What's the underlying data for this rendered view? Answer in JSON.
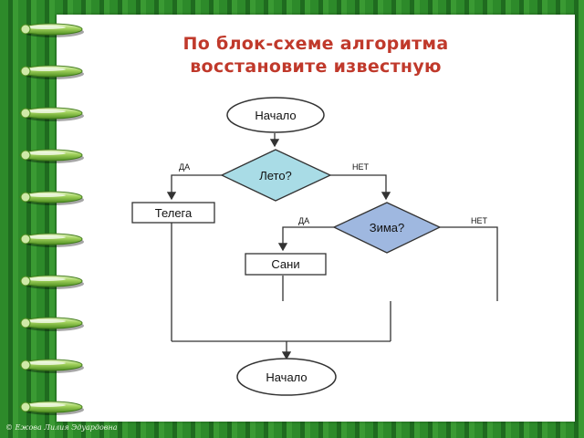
{
  "title_line1": "По блок-схеме алгоритма",
  "title_line2": "восстановите известную",
  "flowchart": {
    "start": "Начало",
    "decision1": "Лето?",
    "decision1_yes": "ДА",
    "decision1_no": "НЕТ",
    "process_yes1": "Телега",
    "decision2": "Зима?",
    "decision2_yes": "ДА",
    "decision2_no": "НЕТ",
    "process_yes2": "Сани",
    "end": "Начало"
  },
  "copyright": "© Ежова Лилия Эдуардовна",
  "colors": {
    "decision1_fill": "#a9dce6",
    "decision2_fill": "#9fb8e0",
    "title": "#c0392b",
    "background_green": "#2f7a2a"
  }
}
